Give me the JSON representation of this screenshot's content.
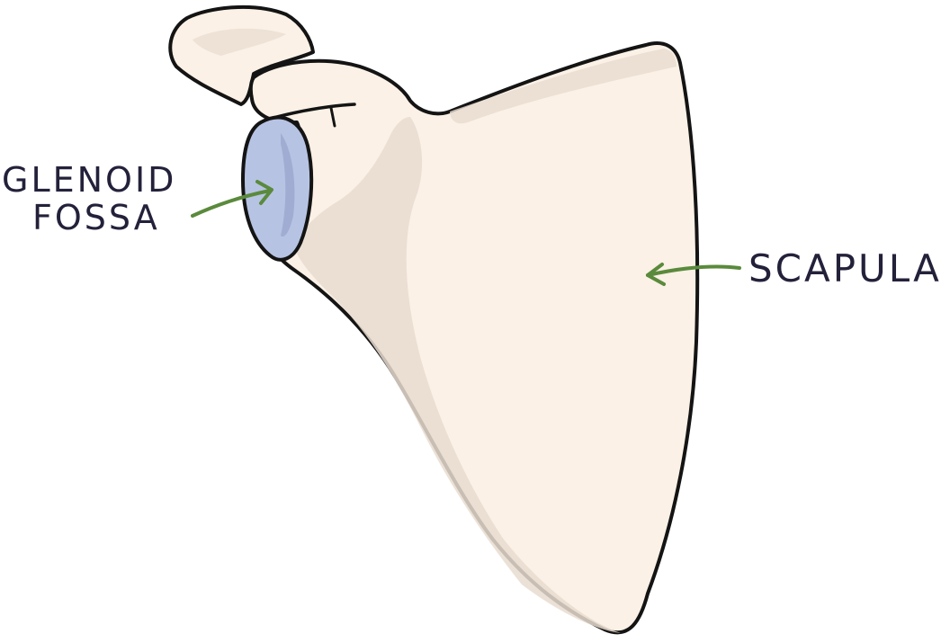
{
  "labels": {
    "glenoid_line1": "GLENOID",
    "glenoid_line2": "FOSSA",
    "scapula": "SCAPULA"
  },
  "colors": {
    "bone_fill": "#fbf1e6",
    "bone_shade": "#e8dccf",
    "outline": "#141414",
    "fossa_fill": "#b7c3e3",
    "fossa_highlight": "#9eaad0",
    "arrow": "#5a8a3c",
    "text": "#23213a"
  }
}
